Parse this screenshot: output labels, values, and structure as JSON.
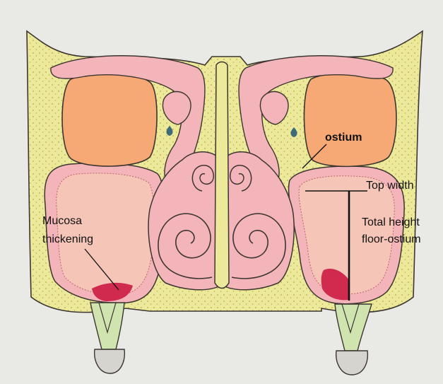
{
  "labels": {
    "ostium": "ostium",
    "top_width": "Top width",
    "total_height_line1": "Total height",
    "total_height_line2": "floor-ostium",
    "mucosa_line1": "Mucosa",
    "mucosa_line2": "thickening"
  },
  "colors": {
    "paper": "#e9e9e5",
    "bone": "#ece99a",
    "bone_dots": "#b9a64a",
    "mucosa": "#f3b4ba",
    "mucosa_dark": "#d02a4e",
    "orbit": "#f6a875",
    "sinus_lumen": "#f5c5b8",
    "outline": "#3c3530",
    "tooth": "#cfe4ae",
    "crown": "#d6d4cf"
  }
}
